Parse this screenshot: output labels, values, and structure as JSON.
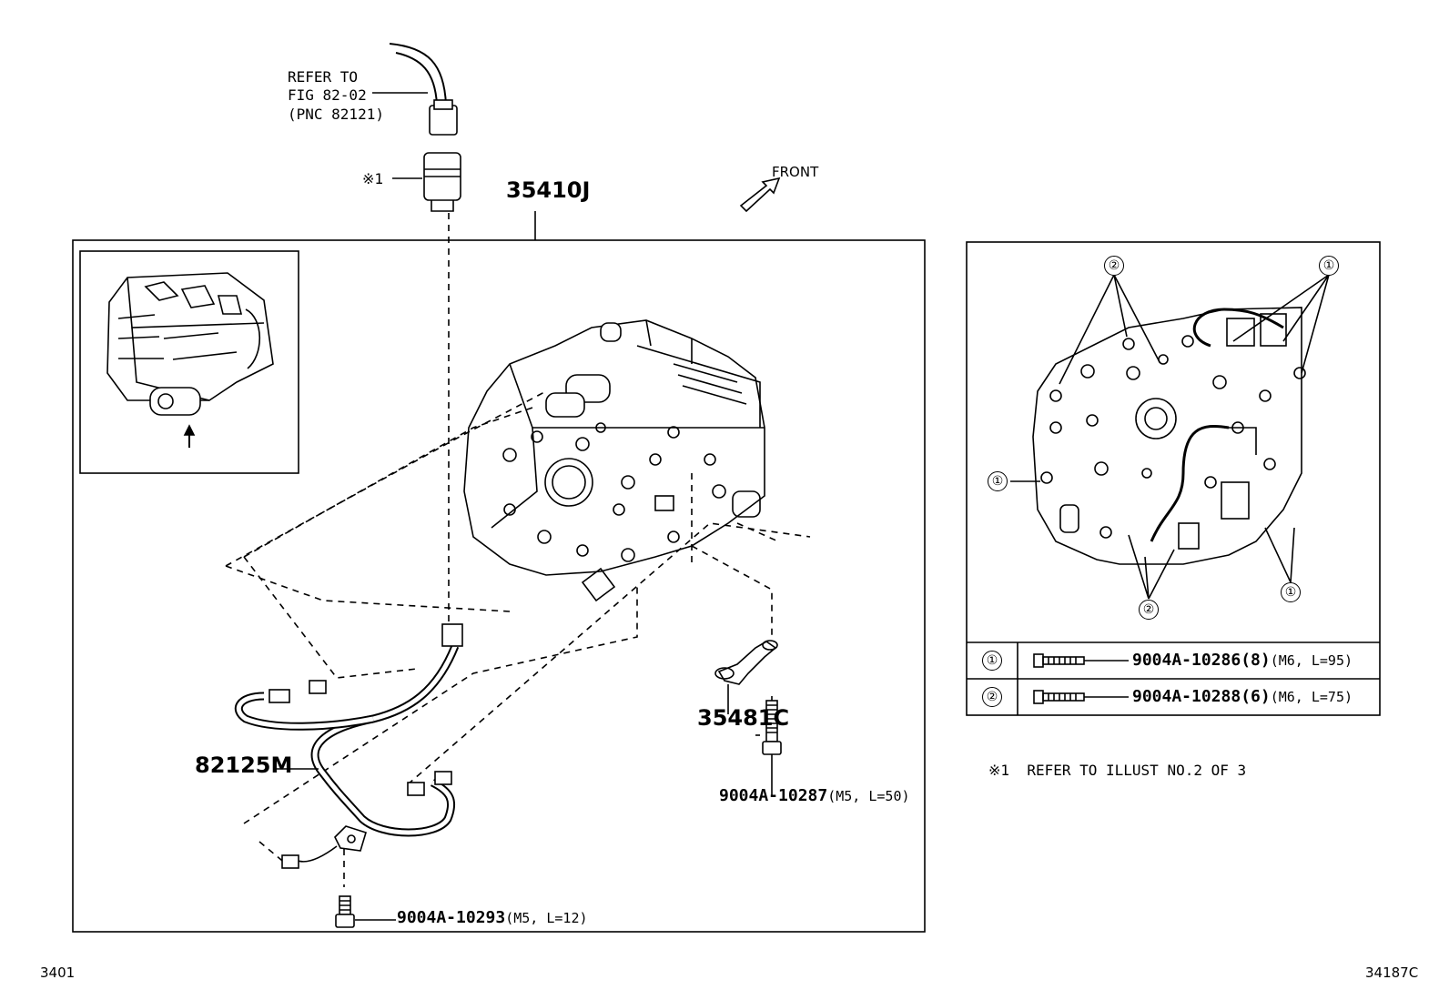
{
  "refer": {
    "line1": "REFER TO",
    "line2": "FIG 82-02",
    "line3": "(PNC 82121)"
  },
  "note_mark": "※1",
  "front_label": "FRONT",
  "parts": {
    "valve_body": "35410J",
    "wire_bracket": "35481C",
    "wire_harness": "82125M",
    "bolt_87_code": "9004A-10287",
    "bolt_87_spec": "(M5, L=50)",
    "bolt_93_code": "9004A-10293",
    "bolt_93_spec": "(M5, L=12)"
  },
  "legend": {
    "rows": [
      {
        "mark": "①",
        "code": "9004A-10286(8)",
        "spec": "(M6, L=95)"
      },
      {
        "mark": "②",
        "code": "9004A-10288(6)",
        "spec": "(M6, L=75)"
      }
    ]
  },
  "detail_marks": {
    "one": "①",
    "two": "②"
  },
  "footnote": {
    "mark": "※1",
    "text": "REFER TO ILLUST NO.2 OF 3"
  },
  "page_no": "3401",
  "illust_no": "34187C"
}
